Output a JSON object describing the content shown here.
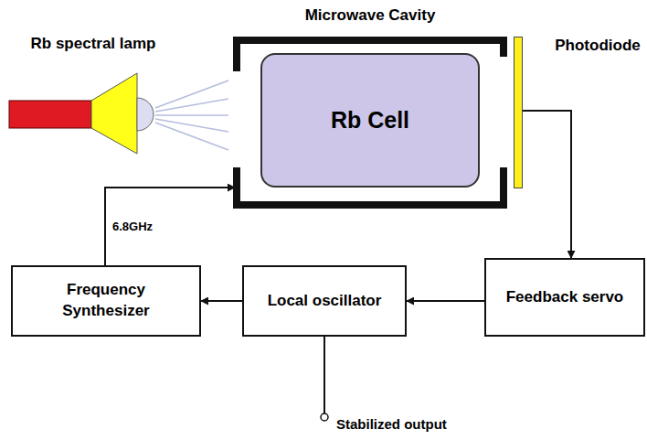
{
  "diagram": {
    "nodes": [
      {
        "text": [
          "Rb spectral lamp"
        ]
      },
      {
        "text": [
          "Microwave Cavity"
        ]
      },
      {
        "text": [
          "Rb Cell"
        ],
        "in": 1
      },
      {
        "text": [
          "Photodiode"
        ]
      },
      {
        "text": [
          "Frequency Synthesizer"
        ]
      },
      {
        "text": [
          "Local oscillator"
        ]
      },
      {
        "text": [
          "Feedback servo"
        ]
      }
    ],
    "edges": [
      {
        "from": 4,
        "to": 1,
        "arrow": "to",
        "label": "6.8GHz"
      },
      {
        "from": 3,
        "to": 6,
        "arrow": "to"
      },
      {
        "from": 6,
        "to": 5,
        "arrow": "to"
      },
      {
        "from": 5,
        "to": 4,
        "arrow": "to"
      }
    ],
    "labels": [
      "Stabilized output"
    ]
  }
}
